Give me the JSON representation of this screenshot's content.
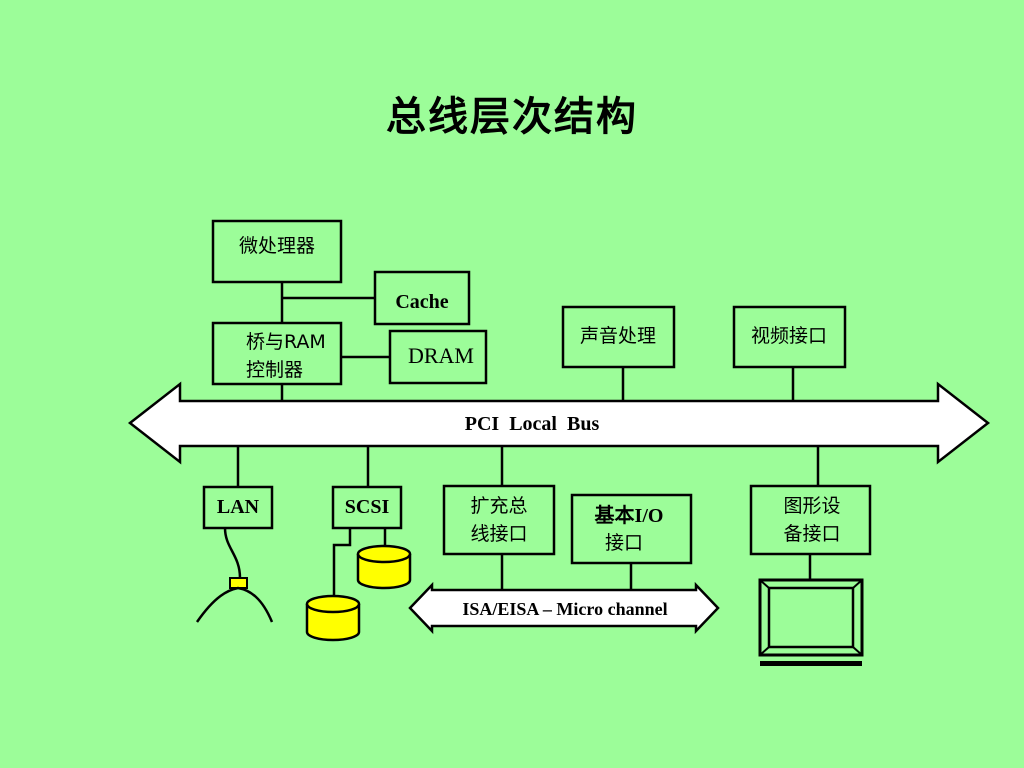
{
  "title": "总线层次结构",
  "nodes": {
    "cpu": "微处理器",
    "cache": "Cache",
    "bridge_line1": "桥与RAM",
    "bridge_line2": "控制器",
    "dram": "DRAM",
    "audio": "声音处理",
    "video": "视频接口",
    "lan": "LAN",
    "scsi": "SCSI",
    "expansion_line1": "扩充总",
    "expansion_line2": "线接口",
    "basic_io_line1": "基本I/O",
    "basic_io_line2": "接口",
    "graphics_line1": "图形设",
    "graphics_line2": "备接口"
  },
  "buses": {
    "pci": "PCI  Local  Bus",
    "isa": "ISA/EISA – Micro channel"
  },
  "colors": {
    "background": "#9cfd99",
    "disk": "#ffff00",
    "bus_fill": "#ffffff"
  },
  "icons": [
    "network-antenna-icon",
    "disk-icon",
    "monitor-icon"
  ]
}
